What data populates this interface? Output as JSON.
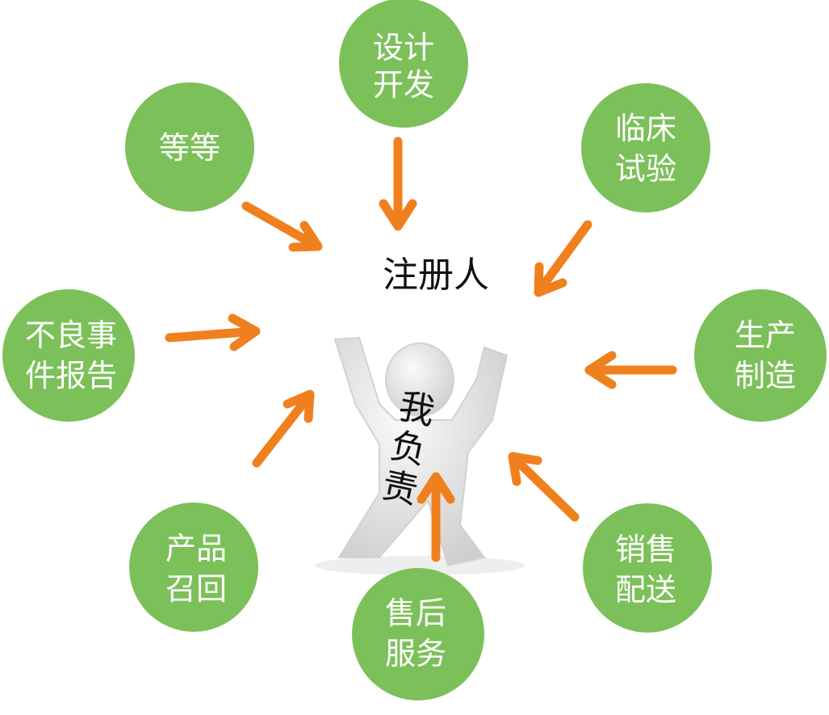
{
  "center": {
    "label": "注册人",
    "figure_text": [
      "我",
      "负",
      "责"
    ]
  },
  "nodes": [
    {
      "lines": [
        "设计",
        "开发"
      ]
    },
    {
      "lines": [
        "临床",
        "试验"
      ]
    },
    {
      "lines": [
        "生产",
        "制造"
      ]
    },
    {
      "lines": [
        "销售",
        "配送"
      ]
    },
    {
      "lines": [
        "售后",
        "服务"
      ]
    },
    {
      "lines": [
        "产品",
        "召回"
      ]
    },
    {
      "lines": [
        "不良事",
        "件报告"
      ]
    },
    {
      "lines": [
        "等等"
      ]
    }
  ],
  "colors": {
    "node": "#7cc05a",
    "arrow": "#f0801e",
    "figure": "#e4e4e4"
  }
}
